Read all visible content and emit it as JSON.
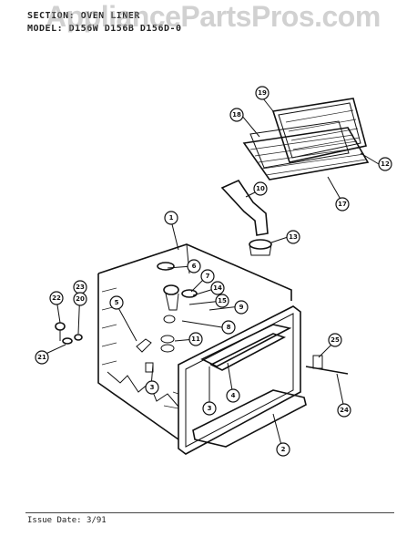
{
  "watermark": "AppliancePartsPros.com",
  "header": {
    "section": "SECTION: OVEN LINER",
    "model": "MODEL: D156W  D156B  D156D-0"
  },
  "footer": {
    "issue_date": "Issue Date: 3/91"
  },
  "callouts": [
    "1",
    "2",
    "3",
    "3",
    "4",
    "5",
    "6",
    "7",
    "8",
    "9",
    "10",
    "11",
    "12",
    "13",
    "14",
    "15",
    "17",
    "18",
    "19",
    "20",
    "21",
    "22",
    "23",
    "24",
    "25"
  ]
}
